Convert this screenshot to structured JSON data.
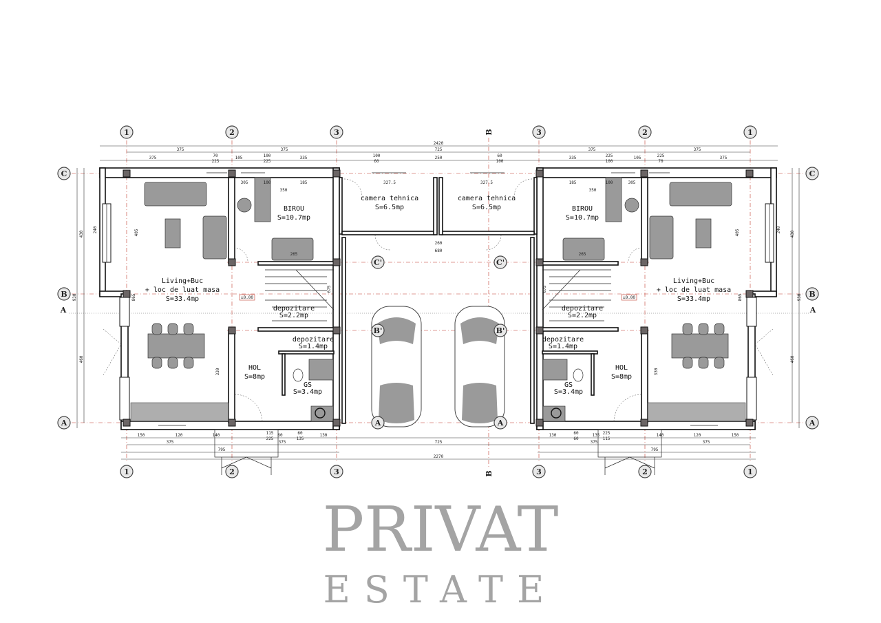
{
  "plan": {
    "column_axes": [
      "1",
      "2",
      "3",
      "3",
      "2",
      "1"
    ],
    "row_axes": [
      "C",
      "B",
      "A"
    ],
    "sub_axes": [
      "C'",
      "B'"
    ],
    "section_marks": {
      "horizontal": "A",
      "vertical": "B"
    },
    "level_mark": "±0.00",
    "rooms_left": [
      {
        "name": "BIROU",
        "area": "S=10.7mp"
      },
      {
        "name": "camera tehnica",
        "area": "S=6.5mp"
      },
      {
        "name": "Living+Buc",
        "name2": "+ loc de luat masa",
        "area": "S=33.4mp"
      },
      {
        "name": "depozitare",
        "area": "S=2.2mp"
      },
      {
        "name": "depozitare",
        "area": "S=1.4mp"
      },
      {
        "name": "HOL",
        "area": "S=8mp"
      },
      {
        "name": "GS",
        "area": "S=3.4mp"
      }
    ],
    "rooms_right": [
      {
        "name": "BIROU",
        "area": "S=10.7mp"
      },
      {
        "name": "camera tehnica",
        "area": "S=6.5mp"
      },
      {
        "name": "Living+Buc",
        "name2": "+ loc de luat masa",
        "area": "S=33.4mp"
      },
      {
        "name": "depozitare",
        "area": "S=2.2mp"
      },
      {
        "name": "depozitare",
        "area": "S=1.4mp"
      },
      {
        "name": "HOL",
        "area": "S=8mp"
      },
      {
        "name": "GS",
        "area": "S=3.4mp"
      }
    ],
    "dimensions": {
      "overall_top": "2420",
      "top_axes": [
        "375",
        "375",
        "725",
        "375",
        "375"
      ],
      "top_segments_left": [
        "375",
        "70",
        "225",
        "105",
        "100",
        "225",
        "335",
        "100",
        "60"
      ],
      "top_center": "250",
      "top_segments_right": [
        "100",
        "60",
        "335",
        "100",
        "225",
        "105",
        "70",
        "225",
        "375"
      ],
      "inner_left": [
        "305",
        "100",
        "185",
        "350",
        "327.5",
        "265",
        "260",
        "680"
      ],
      "inner_right": [
        "305",
        "100",
        "185",
        "350",
        "327.5",
        "265"
      ],
      "bottom_segments_left": [
        "150",
        "120",
        "140",
        "115",
        "225",
        "60",
        "60",
        "135",
        "130"
      ],
      "bottom_segments_right": [
        "130",
        "60",
        "60",
        "135",
        "115",
        "225",
        "140",
        "120",
        "150"
      ],
      "bottom_axes": [
        "375",
        "375",
        "725",
        "375",
        "375"
      ],
      "bottom_porch": [
        "795",
        "795"
      ],
      "overall_bottom": "2270",
      "vertical_left": [
        "930",
        "430",
        "460",
        "240",
        "405",
        "865",
        "330",
        "675"
      ],
      "vertical_right": [
        "930",
        "430",
        "460",
        "240",
        "405",
        "865",
        "330",
        "675"
      ]
    }
  },
  "watermark": {
    "line1": "PRIVAT",
    "line2": "ESTATE"
  },
  "colors": {
    "axis": "#c0392b",
    "column": "#6b6565",
    "furniture": "#9a9a9a",
    "wall": "#111111"
  }
}
